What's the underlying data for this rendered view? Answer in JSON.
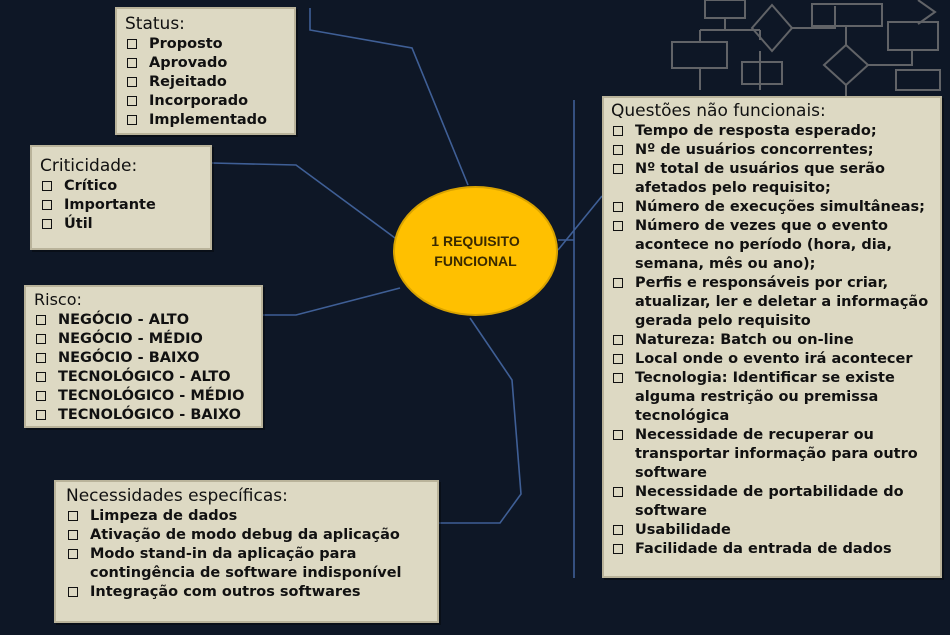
{
  "diagram": {
    "center": {
      "label": "1 REQUISITO FUNCIONAL"
    },
    "status": {
      "title": "Status:",
      "items": [
        "Proposto",
        "Aprovado",
        "Rejeitado",
        "Incorporado",
        "Implementado"
      ]
    },
    "criticidade": {
      "title": "Criticidade:",
      "items": [
        "Crítico",
        "Importante",
        "Útil"
      ]
    },
    "risco": {
      "title": "Risco:",
      "items": [
        "NEGÓCIO - ALTO",
        "NEGÓCIO - MÉDIO",
        "NEGÓCIO - BAIXO",
        "TECNOLÓGICO - ALTO",
        "TECNOLÓGICO - MÉDIO",
        "TECNOLÓGICO - BAIXO"
      ]
    },
    "necessidades": {
      "title": "Necessidades específicas:",
      "items": [
        "Limpeza de dados",
        "Ativação de modo debug da aplicação",
        "Modo stand-in da aplicação para contingência de software indisponível",
        "Integração com outros softwares"
      ]
    },
    "questoes": {
      "title": "Questões não funcionais:",
      "items": [
        "Tempo de resposta esperado;",
        "Nº de usuários concorrentes;",
        "Nº total de usuários que serão afetados pelo requisito;",
        "Número de execuções simultâneas;",
        "Número de vezes que o evento acontece no período (hora, dia, semana, mês ou ano);",
        "Perfis e responsáveis por criar, atualizar, ler e deletar a informação gerada pelo requisito",
        "Natureza: Batch ou on-line",
        "Local onde o evento irá acontecer",
        "Tecnologia: Identificar se existe alguma restrição ou premissa tecnológica",
        "Necessidade de recuperar ou transportar informação para outro software",
        "Necessidade de portabilidade do software",
        "Usabilidade",
        "Facilidade da entrada de dados"
      ]
    }
  },
  "colors": {
    "background": "#0e1726",
    "box_fill": "#ddd9c3",
    "center_fill": "#ffc000",
    "connector": "#3f5f96"
  }
}
